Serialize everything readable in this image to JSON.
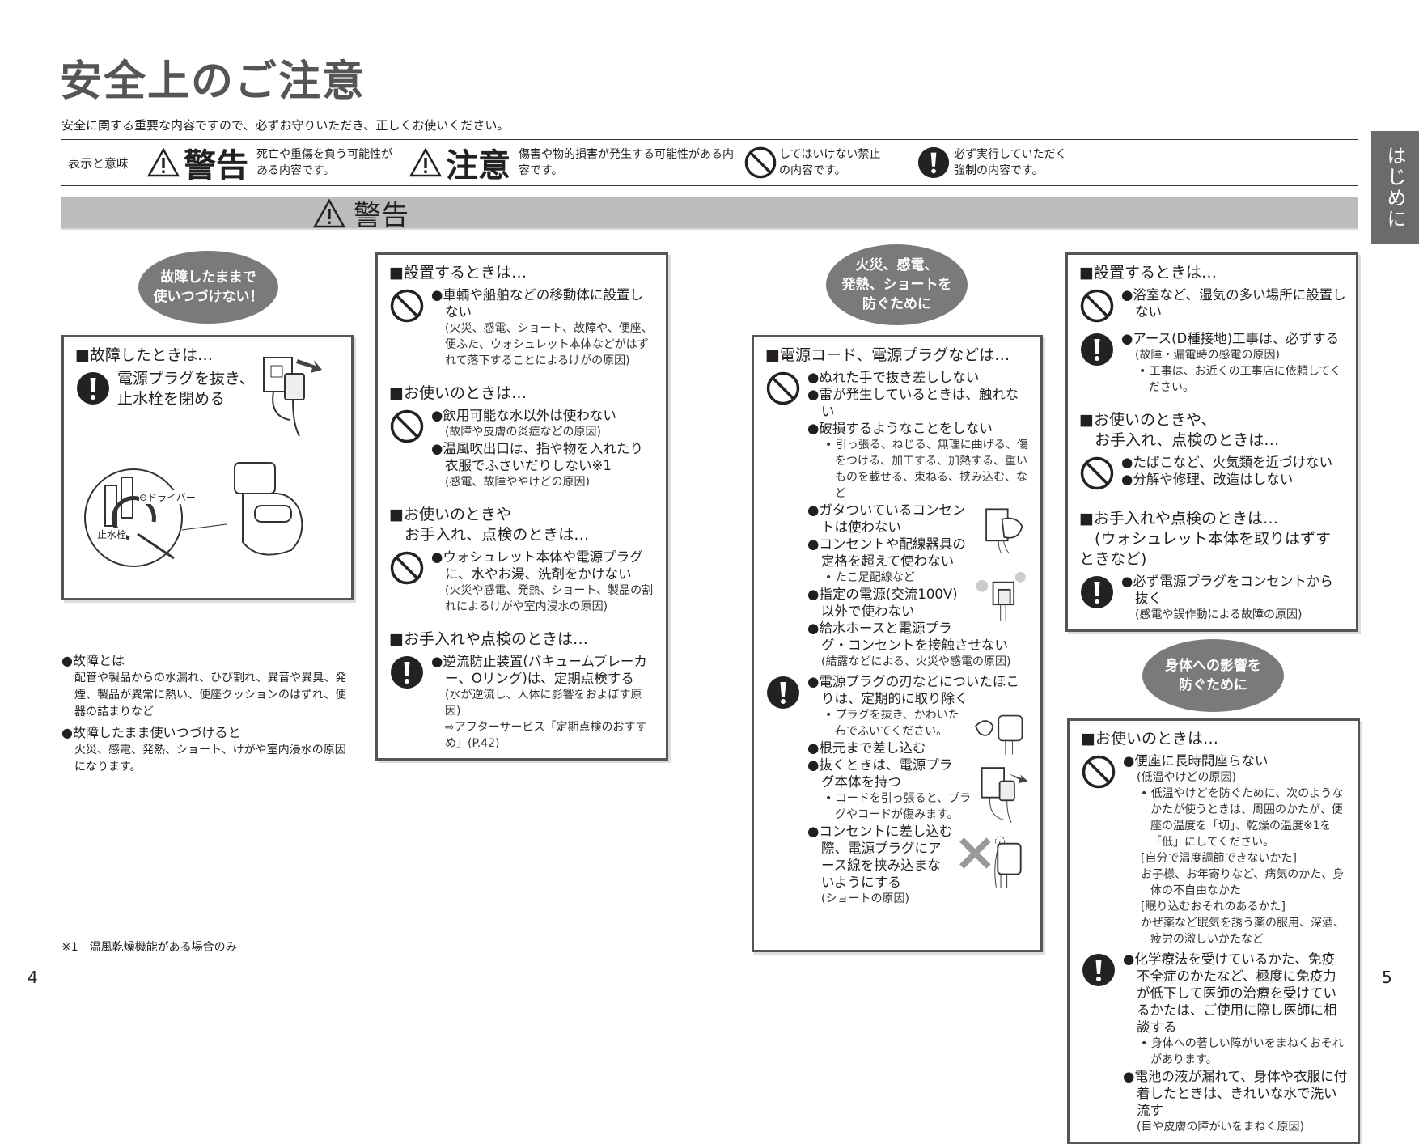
{
  "title": "安全上のご注意",
  "lead": "安全に関する重要な内容ですので、必ずお守りいただき、正しくお使いください。",
  "legend": {
    "label": "表示と意味",
    "warning": {
      "word": "警告",
      "desc": "死亡や重傷を負う可能性がある内容です。"
    },
    "caution": {
      "word": "注意",
      "desc": "傷害や物的損害が発生する可能性がある内容です。"
    },
    "prohibit": {
      "desc": "してはいけない禁止の内容です。"
    },
    "mandatory": {
      "desc": "必ず実行していただく強制の内容です。"
    }
  },
  "banner": "警告",
  "side_tab": "はじめに",
  "ovals": [
    "故障したままで\n使いつづけない！",
    "火災、感電、\n発熱、ショートを\n防ぐために",
    "身体への影響を\n防ぐために"
  ],
  "illustration_labels": {
    "driver": "⊖ドライバー",
    "valve": "止水栓"
  },
  "boxes": [
    {
      "sections": [
        {
          "heading": "■故障したときは…",
          "groups": [
            {
              "icon": "mandatory-icon",
              "items": [
                {
                  "type": "big",
                  "text": "電源プラグを抜き、止水栓を閉める"
                }
              ]
            }
          ]
        }
      ]
    },
    {
      "sections": [
        {
          "heading": "■設置するときは…",
          "groups": [
            {
              "icon": "prohibition-icon",
              "items": [
                {
                  "type": "main",
                  "text": "●車輌や船舶などの移動体に設置しない"
                },
                {
                  "type": "note",
                  "text": "(火災、感電、ショート、故障や、便座、便ふた、ウォシュレット本体などがはずれて落下することによるけがの原因)"
                }
              ]
            }
          ]
        },
        {
          "heading": "■お使いのときは…",
          "groups": [
            {
              "icon": "prohibition-icon",
              "items": [
                {
                  "type": "main",
                  "text": "●飲用可能な水以外は使わない"
                },
                {
                  "type": "note",
                  "text": "(故障や皮膚の炎症などの原因)"
                },
                {
                  "type": "main",
                  "text": "●温風吹出口は、指や物を入れたり衣服でふさいだりしない※1"
                },
                {
                  "type": "note",
                  "text": "(感電、故障ややけどの原因)"
                }
              ]
            }
          ]
        },
        {
          "heading": "■お使いのときや\n　お手入れ、点検のときは…",
          "groups": [
            {
              "icon": "prohibition-icon",
              "items": [
                {
                  "type": "main",
                  "text": "●ウォシュレット本体や電源プラグに、水やお湯、洗剤をかけない"
                },
                {
                  "type": "note",
                  "text": "(火災や感電、発熱、ショート、製品の割れによるけがや室内浸水の原因)"
                }
              ]
            }
          ]
        },
        {
          "heading": "■お手入れや点検のときは…",
          "groups": [
            {
              "icon": "mandatory-icon",
              "items": [
                {
                  "type": "main",
                  "text": "●逆流防止装置(バキュームブレーカー、Oリング)は、定期点検する"
                },
                {
                  "type": "note",
                  "text": "(水が逆流し、人体に影響をおよぼす原因)"
                },
                {
                  "type": "note",
                  "text": "⇨アフターサービス「定期点検のおすすめ」(P.42)"
                }
              ]
            }
          ]
        }
      ]
    },
    {
      "sections": [
        {
          "heading": "■電源コード、電源プラグなどは…",
          "groups": [
            {
              "icon": "prohibition-icon",
              "items": [
                {
                  "type": "main",
                  "text": "●ぬれた手で抜き差ししない"
                },
                {
                  "type": "main",
                  "text": "●雷が発生しているときは、触れない"
                },
                {
                  "type": "main",
                  "text": "●破損するようなことをしない"
                },
                {
                  "type": "sub",
                  "text": "• 引っ張る、ねじる、無理に曲げる、傷をつける、加工する、加熱する、重いものを載せる、束ねる、挟み込む、など"
                },
                {
                  "type": "main",
                  "text": "●ガタついているコンセントは使わない"
                },
                {
                  "type": "main",
                  "text": "●コンセントや配線器具の定格を超えて使わない"
                },
                {
                  "type": "sub",
                  "text": "• たこ足配線など"
                },
                {
                  "type": "main",
                  "text": "●指定の電源(交流100V)以外で使わない"
                },
                {
                  "type": "main",
                  "text": "●給水ホースと電源プラグ・コンセントを接触させない"
                },
                {
                  "type": "note",
                  "text": "(結露などによる、火災や感電の原因)"
                }
              ]
            },
            {
              "icon": "mandatory-icon",
              "items": [
                {
                  "type": "main",
                  "text": "●電源プラグの刃などについたほこりは、定期的に取り除く"
                },
                {
                  "type": "sub",
                  "text": "• プラグを抜き、かわいた布でふいてください。"
                },
                {
                  "type": "main",
                  "text": "●根元まで差し込む"
                },
                {
                  "type": "main",
                  "text": "●抜くときは、電源プラグ本体を持つ"
                },
                {
                  "type": "sub",
                  "text": "• コードを引っ張ると、プラグやコードが傷みます。"
                },
                {
                  "type": "main",
                  "text": "●コンセントに差し込む際、電源プラグにアース線を挟み込まないようにする"
                },
                {
                  "type": "note",
                  "text": "(ショートの原因)"
                }
              ]
            }
          ]
        }
      ]
    },
    {
      "sections": [
        {
          "heading": "■設置するときは…",
          "groups": [
            {
              "icon": "prohibition-icon",
              "items": [
                {
                  "type": "main",
                  "text": "●浴室など、湿気の多い場所に設置しない"
                }
              ]
            },
            {
              "icon": "mandatory-icon",
              "items": [
                {
                  "type": "main",
                  "text": "●アース(D種接地)工事は、必ずする"
                },
                {
                  "type": "note",
                  "text": "(故障・漏電時の感電の原因)"
                },
                {
                  "type": "sub",
                  "text": "• 工事は、お近くの工事店に依頼してください。"
                }
              ]
            }
          ]
        },
        {
          "heading": "■お使いのときや、\n　お手入れ、点検のときは…",
          "groups": [
            {
              "icon": "prohibition-icon",
              "items": [
                {
                  "type": "main",
                  "text": "●たばこなど、火気類を近づけない"
                },
                {
                  "type": "main",
                  "text": "●分解や修理、改造はしない"
                }
              ]
            }
          ]
        },
        {
          "heading": "■お手入れや点検のときは…\n　(ウォシュレット本体を取りはずすときなど)",
          "groups": [
            {
              "icon": "mandatory-icon",
              "items": [
                {
                  "type": "main",
                  "text": "●必ず電源プラグをコンセントから抜く"
                },
                {
                  "type": "note",
                  "text": "(感電や誤作動による故障の原因)"
                }
              ]
            }
          ]
        }
      ]
    },
    {
      "sections": [
        {
          "heading": "■お使いのときは…",
          "groups": [
            {
              "icon": "prohibition-icon",
              "items": [
                {
                  "type": "main",
                  "text": "●便座に長時間座らない"
                },
                {
                  "type": "note",
                  "text": "(低温やけどの原因)"
                },
                {
                  "type": "sub",
                  "text": "• 低温やけどを防ぐために、次のようなかたが使うときは、周囲のかたが、便座の温度を「切」、乾燥の温度※1を「低」にしてください。"
                },
                {
                  "type": "sub",
                  "text": "[自分で温度調節できないかた]"
                },
                {
                  "type": "sub",
                  "text": "お子様、お年寄りなど、病気のかた、身体の不自由なかた"
                },
                {
                  "type": "sub",
                  "text": "[眠り込むおそれのあるかた]"
                },
                {
                  "type": "sub",
                  "text": "かぜ薬など眠気を誘う薬の服用、深酒、疲労の激しいかたなど"
                }
              ]
            },
            {
              "icon": "mandatory-icon",
              "items": [
                {
                  "type": "main",
                  "text": "●化学療法を受けているかた、免疫不全症のかたなど、極度に免疫力が低下して医師の治療を受けているかたは、ご使用に際し医師に相談する"
                },
                {
                  "type": "sub",
                  "text": "• 身体への著しい障がいをまねくおそれがあります。"
                },
                {
                  "type": "main",
                  "text": "●電池の液が漏れて、身体や衣服に付着したときは、きれいな水で洗い流す"
                },
                {
                  "type": "note",
                  "text": "(目や皮膚の障がいをまねく原因)"
                }
              ]
            }
          ]
        }
      ]
    }
  ],
  "notes": [
    {
      "heading": "●故障とは",
      "body": "配管や製品からの水漏れ、ひび割れ、異音や異臭、発煙、製品が異常に熱い、便座クッションのはずれ、便器の詰まりなど"
    },
    {
      "heading": "●故障したまま使いつづけると",
      "body": "火災、感電、発熱、ショート、けがや室内浸水の原因になります。"
    }
  ],
  "footnote": "※1　温風乾燥機能がある場合のみ",
  "page_left": "4",
  "page_right": "5"
}
